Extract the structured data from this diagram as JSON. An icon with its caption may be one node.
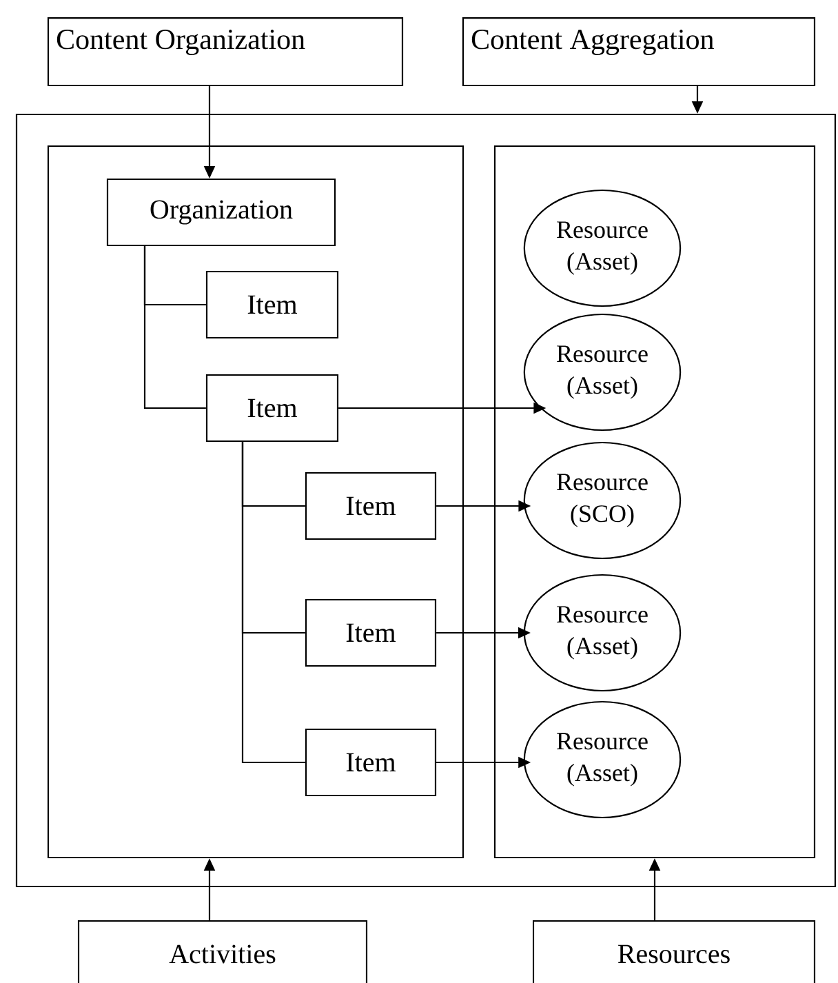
{
  "diagram": {
    "nodes": [
      {
        "text": [
          "Content Organization"
        ]
      },
      {
        "text": [
          "Content Aggregation"
        ]
      },
      {
        "text": [],
        "shape": "box"
      },
      {
        "text": [],
        "shape": "box",
        "in": 2
      },
      {
        "text": [],
        "shape": "box",
        "in": 2
      },
      {
        "text": [
          "Organization"
        ],
        "in": 3
      },
      {
        "text": [
          "Item"
        ],
        "in": 3
      },
      {
        "text": [
          "Item"
        ],
        "in": 3
      },
      {
        "text": [
          "Item"
        ],
        "in": 3
      },
      {
        "text": [
          "Item"
        ],
        "in": 3
      },
      {
        "text": [
          "Item"
        ],
        "in": 3
      },
      {
        "text": [
          "Resource (Asset)"
        ],
        "in": 4
      },
      {
        "text": [
          "Resource (Asset)"
        ],
        "in": 4
      },
      {
        "text": [
          "Resource (SCO)"
        ],
        "in": 4
      },
      {
        "text": [
          "Resource (Asset)"
        ],
        "in": 4
      },
      {
        "text": [
          "Resource (Asset)"
        ],
        "in": 4
      },
      {
        "text": [
          "Activities"
        ]
      },
      {
        "text": [
          "Resources"
        ]
      }
    ],
    "edges": [
      {
        "from": 0,
        "to": 5,
        "arrow": "to"
      },
      {
        "from": 1,
        "to": 2,
        "arrow": "to"
      },
      {
        "from": 5,
        "to": 6,
        "arrow": "none"
      },
      {
        "from": 5,
        "to": 7,
        "arrow": "none"
      },
      {
        "from": 7,
        "to": 8,
        "arrow": "none"
      },
      {
        "from": 7,
        "to": 9,
        "arrow": "none"
      },
      {
        "from": 7,
        "to": 10,
        "arrow": "none"
      },
      {
        "from": 7,
        "to": 12,
        "arrow": "to"
      },
      {
        "from": 8,
        "to": 13,
        "arrow": "to"
      },
      {
        "from": 9,
        "to": 14,
        "arrow": "to"
      },
      {
        "from": 10,
        "to": 15,
        "arrow": "to"
      },
      {
        "from": 16,
        "to": 3,
        "arrow": "to"
      },
      {
        "from": 17,
        "to": 4,
        "arrow": "to"
      }
    ]
  }
}
